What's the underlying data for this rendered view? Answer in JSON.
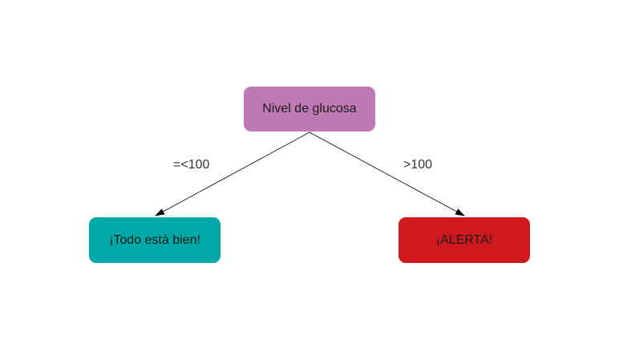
{
  "diagram": {
    "nodes": {
      "root": {
        "label": "Nivel de glucosa",
        "color": "#bf7ab5"
      },
      "left": {
        "label": "¡Todo está bien!",
        "color": "#00a9a8"
      },
      "right": {
        "label": "¡ALERTA!",
        "color": "#d0191f"
      }
    },
    "edges": {
      "left": {
        "from": "root",
        "to": "left",
        "label": "=<100"
      },
      "right": {
        "from": "root",
        "to": "right",
        "label": ">100"
      }
    },
    "edge_color": "#000000"
  }
}
